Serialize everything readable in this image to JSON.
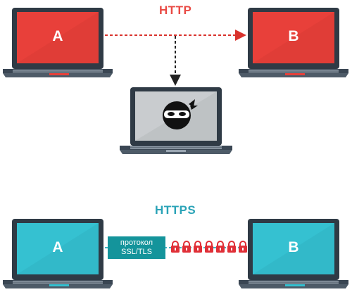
{
  "http": {
    "title": "HTTP",
    "node_a": "A",
    "node_b": "B"
  },
  "https": {
    "title": "HTTPS",
    "node_a": "A",
    "node_b": "B",
    "protocol_line1": "протокол",
    "protocol_line2": "SSL/TLS"
  },
  "colors": {
    "http_red": "#e94a44",
    "https_teal": "#2aa3b7",
    "protocol_box": "#14949b",
    "laptop_dark": "#2f3a45"
  },
  "icons": [
    "laptop-icon",
    "ninja-icon",
    "padlock-icon"
  ],
  "lock_count": 7
}
